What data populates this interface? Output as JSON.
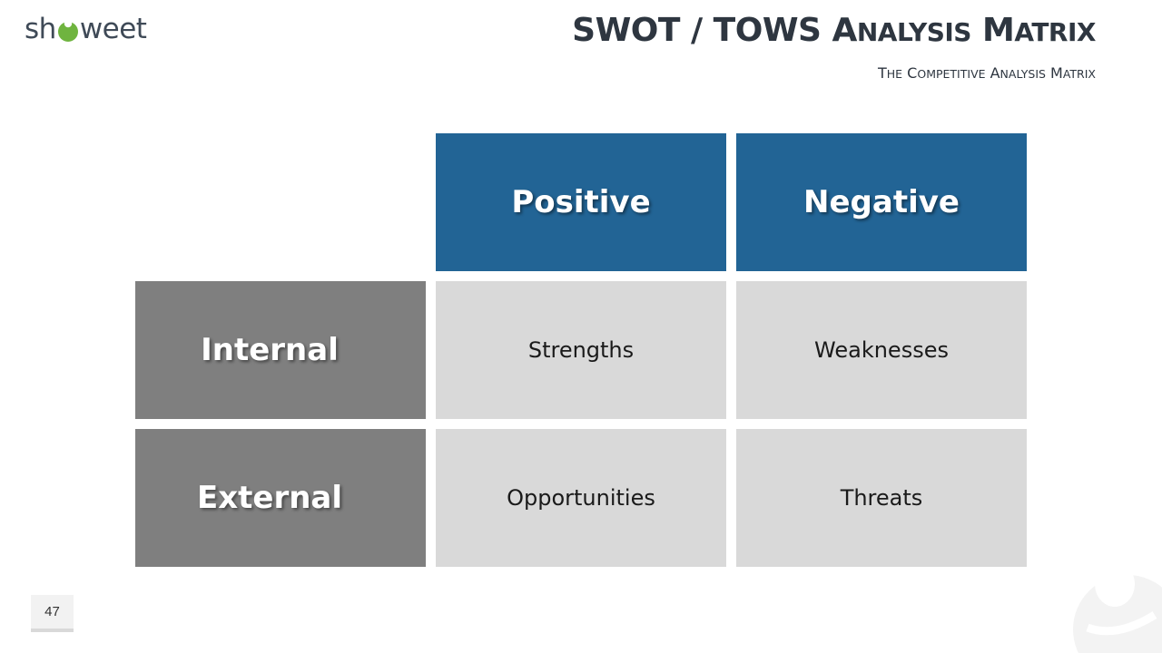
{
  "logo": {
    "text_left": "sh",
    "text_right": "weet",
    "accent_color": "#6fb43f"
  },
  "header": {
    "title_lead": "SWOT / TOWS A",
    "title_sc1": "NALYSIS",
    "title_mid": " M",
    "title_sc2": "ATRIX",
    "subtitle_lead": "T",
    "subtitle_sc1": "HE",
    "subtitle_mid1": " C",
    "subtitle_sc2": "OMPETITIVE",
    "subtitle_mid2": " A",
    "subtitle_sc3": "NALYSIS",
    "subtitle_mid3": " M",
    "subtitle_sc4": "ATRIX"
  },
  "matrix": {
    "columns": [
      "Positive",
      "Negative"
    ],
    "rows": [
      "Internal",
      "External"
    ],
    "cells": [
      [
        "Strengths",
        "Weaknesses"
      ],
      [
        "Opportunities",
        "Threats"
      ]
    ],
    "colors": {
      "column_header": "#226495",
      "row_header": "#7f7f7f",
      "cell": "#d9d9d9"
    }
  },
  "footer": {
    "page_number": "47"
  }
}
